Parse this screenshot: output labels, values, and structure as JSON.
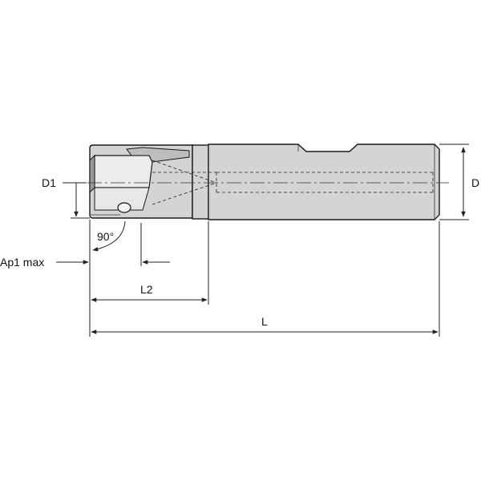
{
  "labels": {
    "d1": "D1",
    "d": "D",
    "angle": "90°",
    "ap1max": "Ap1 max",
    "l2": "L2",
    "l": "L"
  },
  "colors": {
    "tool_body": "#d4d4d4",
    "outline": "#1a1a1a",
    "background": "#ffffff"
  }
}
